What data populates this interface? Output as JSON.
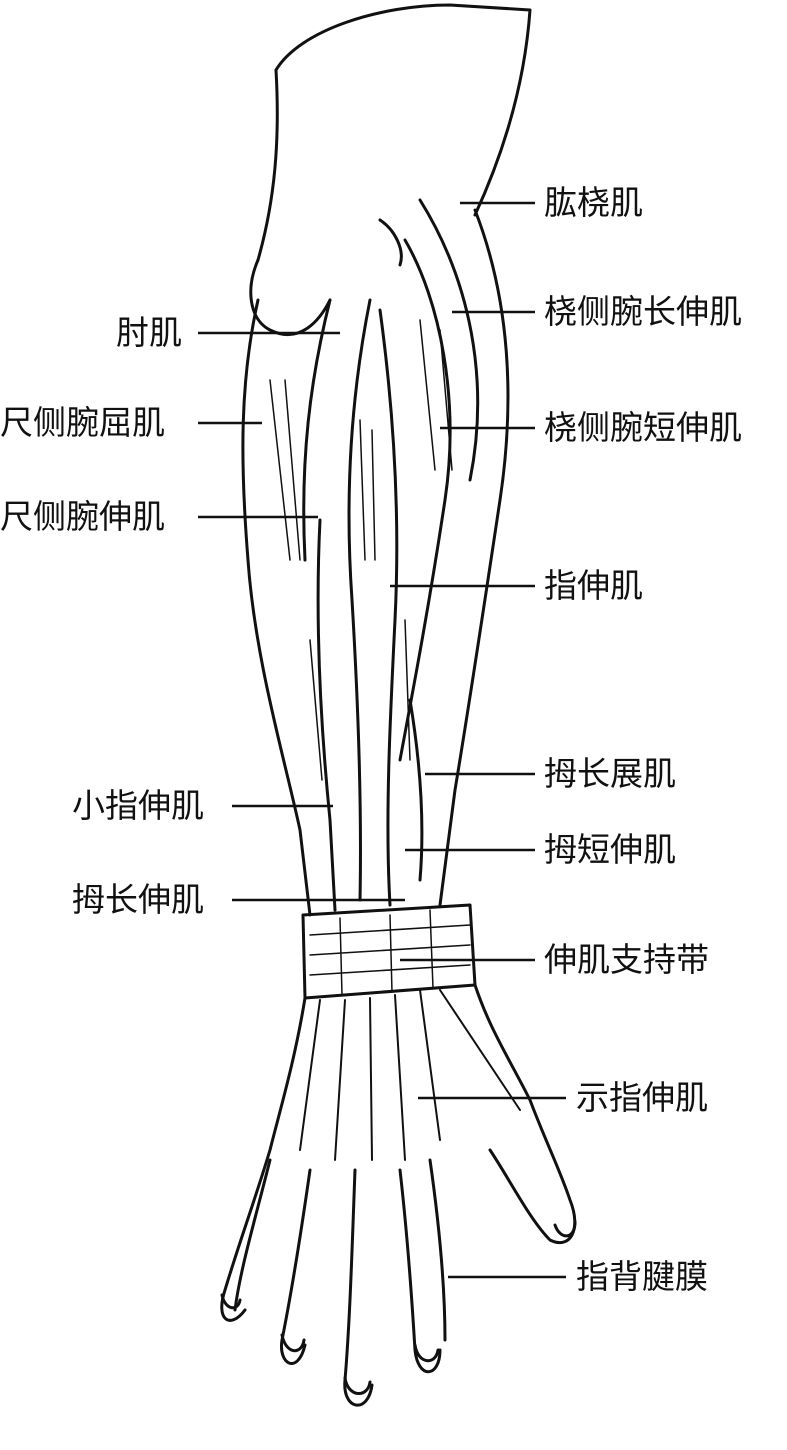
{
  "figure": {
    "labels": {
      "brachioradialis": "肱桡肌",
      "ext_carpi_rad_longus": "桡侧腕长伸肌",
      "anconeus": "肘肌",
      "flex_carpi_ulnaris": "尺侧腕屈肌",
      "ext_carpi_rad_brevis": "桡侧腕短伸肌",
      "ext_carpi_ulnaris": "尺侧腕伸肌",
      "ext_digitorum": "指伸肌",
      "abd_pollicis_longus": "拇长展肌",
      "ext_digiti_minimi": "小指伸肌",
      "ext_pollicis_brevis": "拇短伸肌",
      "ext_pollicis_longus": "拇长伸肌",
      "ext_retinaculum": "伸肌支持带",
      "ext_indicis": "示指伸肌",
      "dorsal_expansion": "指背腱膜"
    },
    "colors": {
      "ink": "#111111",
      "paper": "#ffffff"
    }
  }
}
